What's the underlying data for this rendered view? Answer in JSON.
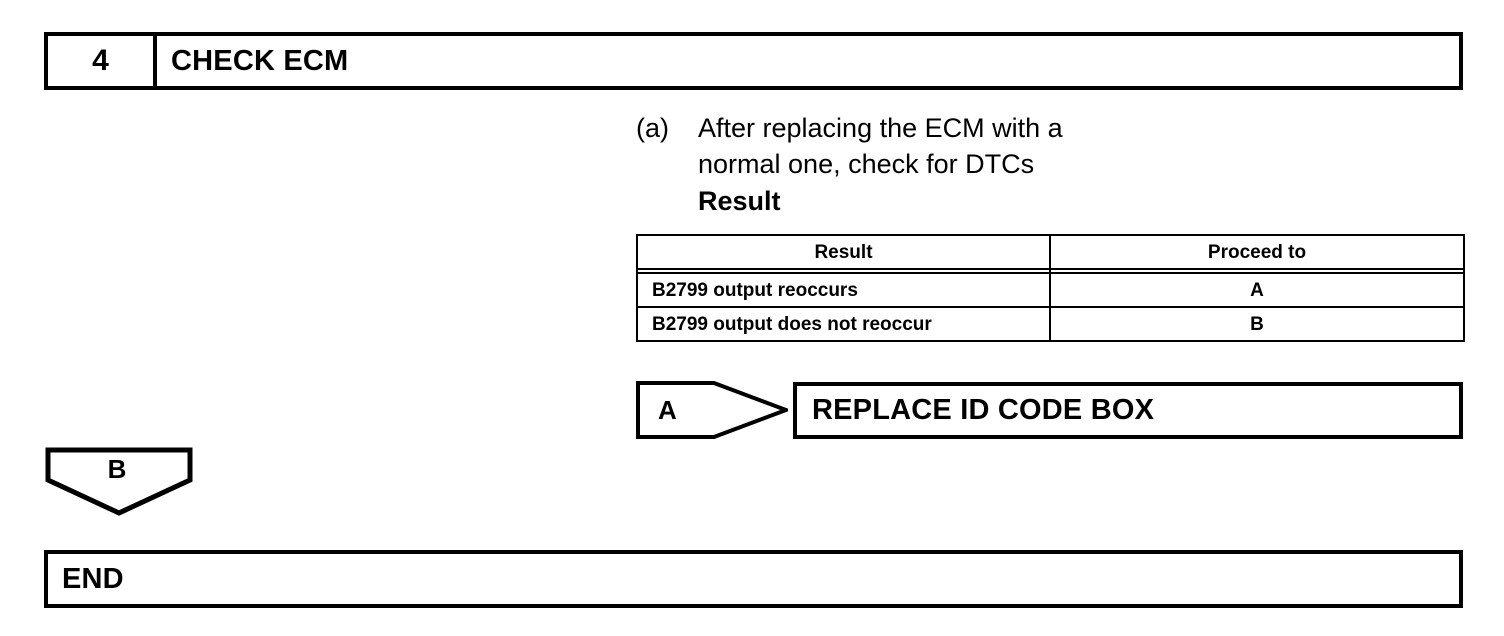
{
  "step": {
    "number": "4",
    "title": "CHECK ECM"
  },
  "instruction": {
    "marker": "(a)",
    "text": "After replacing the ECM with a normal one, check for DTCs",
    "subheading": "Result"
  },
  "result_table": {
    "headers": [
      "Result",
      "Proceed to"
    ],
    "rows": [
      {
        "result": "B2799 output reoccurs",
        "proceed_to": "A"
      },
      {
        "result": "B2799 output does not reoccur",
        "proceed_to": "B"
      }
    ]
  },
  "connectors": {
    "a": "A",
    "b": "B"
  },
  "actions": {
    "replace": "REPLACE ID CODE BOX",
    "end": "END"
  },
  "colors": {
    "ink": "#000000",
    "paper": "#ffffff"
  }
}
